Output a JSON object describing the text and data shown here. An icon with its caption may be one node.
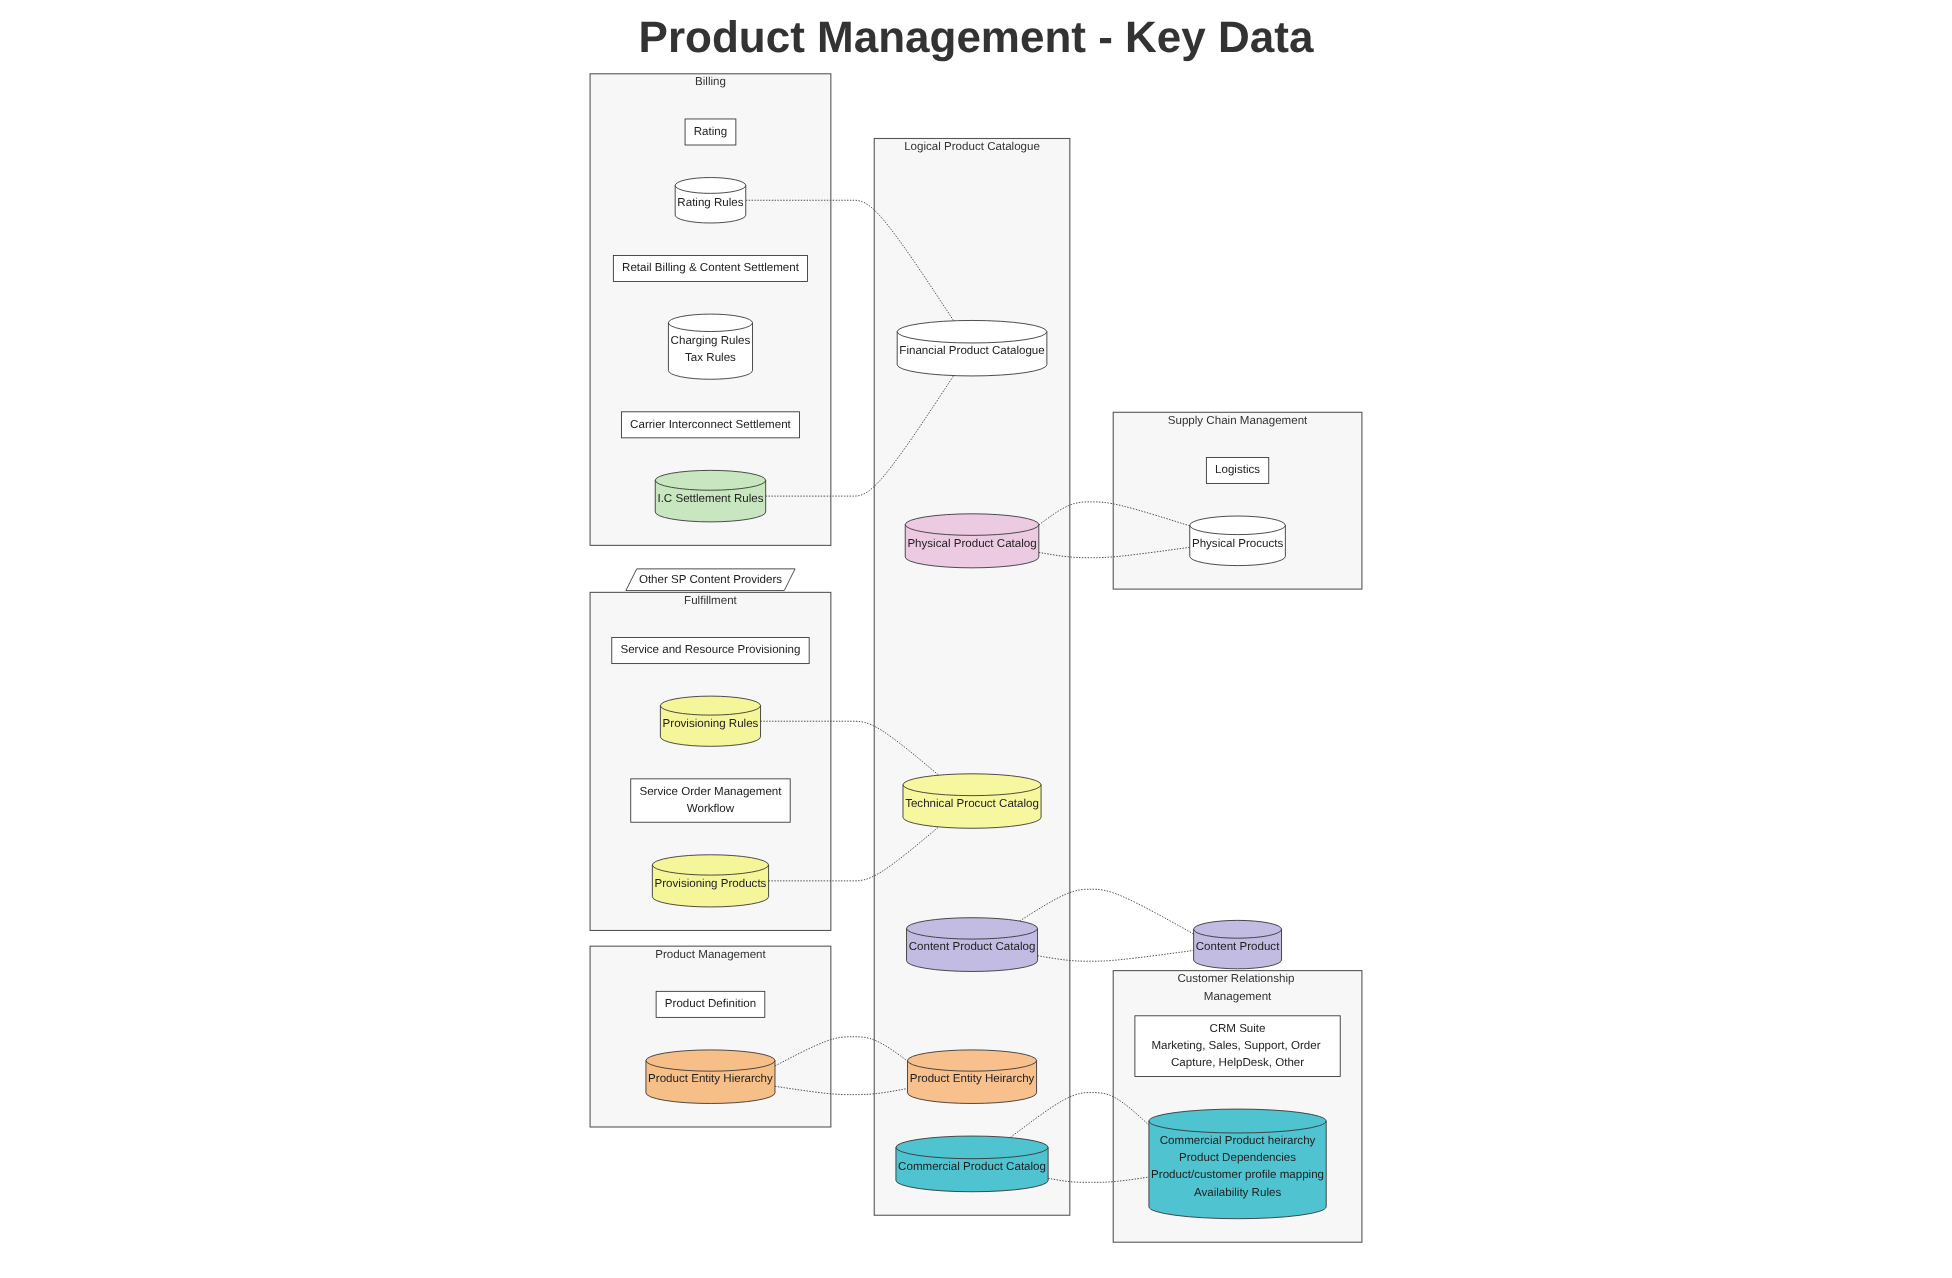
{
  "diagram": {
    "title": "Product Management - Key Data",
    "nodes": [
      {
        "text": [
          "Billing"
        ]
      },
      {
        "text": [
          "Rating"
        ],
        "in": 0
      },
      {
        "text": [
          "Rating Rules"
        ],
        "in": 0
      },
      {
        "text": [
          "Retail Billing & Content Settlement"
        ],
        "in": 0
      },
      {
        "text": [
          "Charging Rules",
          "Tax Rules"
        ],
        "in": 0
      },
      {
        "text": [
          "Carrier Interconnect Settlement"
        ],
        "in": 0
      },
      {
        "text": [
          "I.C Settlement Rules"
        ],
        "in": 0
      },
      {
        "text": [
          "Fulfillment"
        ]
      },
      {
        "text": [
          "Service and Resource Provisioning"
        ],
        "in": 7
      },
      {
        "text": [
          "Provisioning Rules"
        ],
        "in": 7
      },
      {
        "text": [
          "Service Order Management",
          "Workflow"
        ],
        "in": 7
      },
      {
        "text": [
          "Provisioning Products"
        ],
        "in": 7
      },
      {
        "text": [
          "Product Management"
        ]
      },
      {
        "text": [
          "Product Definition"
        ],
        "in": 12
      },
      {
        "text": [
          "Product Entity Hierarchy"
        ],
        "in": 12
      },
      {
        "text": [
          "Logical Product Catalogue"
        ]
      },
      {
        "text": [
          "Financial Product Catalogue"
        ],
        "in": 15
      },
      {
        "text": [
          "Commercial Product Catalog"
        ],
        "in": 15
      },
      {
        "text": [
          "Technical Procuct Catalog"
        ],
        "in": 15
      },
      {
        "text": [
          "Physical Product Catalog"
        ],
        "in": 15
      },
      {
        "text": [
          "Product Entity Heirarchy"
        ],
        "in": 15
      },
      {
        "text": [
          "Content Product Catalog"
        ],
        "in": 15
      },
      {
        "text": [
          "Customer Relationship Management"
        ]
      },
      {
        "text": [
          "CRM Suite",
          "Marketing, Sales, Support, Order Capture, HelpDesk, Other"
        ],
        "in": 22
      },
      {
        "text": [
          "Commercial Product heirarchy",
          "Product Dependencies",
          "Product/customer profile mapping",
          "Availability Rules"
        ],
        "in": 22
      },
      {
        "text": [
          "Supply Chain Management"
        ]
      },
      {
        "text": [
          "Logistics"
        ],
        "in": 25
      },
      {
        "text": [
          "Physical Procucts"
        ],
        "in": 25
      },
      {
        "text": [
          "Other SP Content Providers"
        ]
      },
      {
        "text": [
          "Content Product"
        ]
      }
    ],
    "edges": [
      {
        "from": 2,
        "to": 16,
        "arrow": "none",
        "style": "dashed"
      },
      {
        "from": 6,
        "to": 16,
        "arrow": "none",
        "style": "dashed"
      },
      {
        "from": 9,
        "to": 18,
        "arrow": "none",
        "style": "dashed"
      },
      {
        "from": 11,
        "to": 18,
        "arrow": "none",
        "style": "dashed"
      },
      {
        "from": 14,
        "to": 20,
        "arrow": "none",
        "style": "dashed"
      },
      {
        "from": 14,
        "to": 20,
        "arrow": "none",
        "style": "dashed"
      },
      {
        "from": 17,
        "to": 24,
        "arrow": "none",
        "style": "dashed"
      },
      {
        "from": 17,
        "to": 24,
        "arrow": "none",
        "style": "dashed"
      },
      {
        "from": 19,
        "to": 27,
        "arrow": "none",
        "style": "dashed"
      },
      {
        "from": 19,
        "to": 27,
        "arrow": "none",
        "style": "dashed"
      },
      {
        "from": 21,
        "to": 29,
        "arrow": "none",
        "style": "dashed"
      },
      {
        "from": 21,
        "to": 29,
        "arrow": "none",
        "style": "dashed"
      }
    ]
  }
}
